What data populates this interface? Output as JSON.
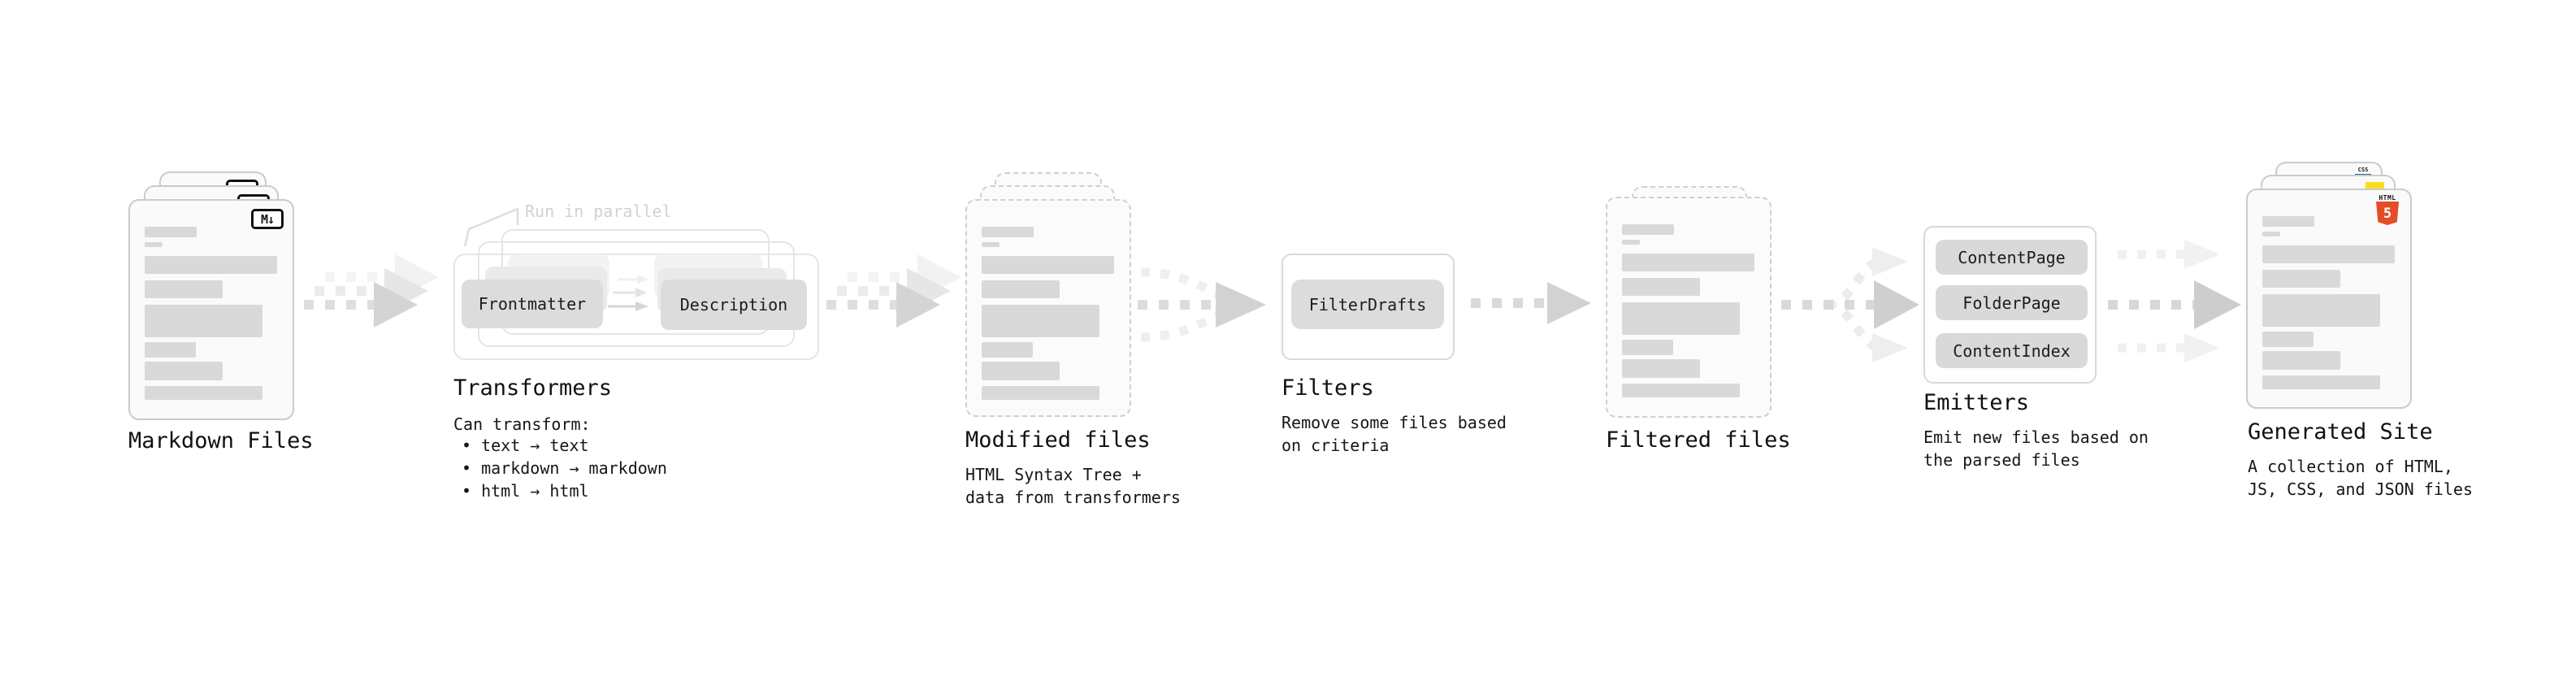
{
  "stages": [
    {
      "id": "markdown-files",
      "label": "Markdown Files"
    },
    {
      "id": "transformers",
      "label": "Transformers",
      "annotation": "Run in parallel",
      "intro": "Can transform:",
      "bullets": [
        "• text → text",
        "• markdown → markdown",
        "• html → html"
      ],
      "nodes": [
        "Frontmatter",
        "Description"
      ]
    },
    {
      "id": "modified-files",
      "label": "Modified files",
      "sublines": [
        "HTML Syntax Tree +",
        "data from transformers"
      ]
    },
    {
      "id": "filters",
      "label": "Filters",
      "sublines": [
        "Remove some files based",
        "on criteria"
      ],
      "nodes": [
        "FilterDrafts"
      ]
    },
    {
      "id": "filtered-files",
      "label": "Filtered files"
    },
    {
      "id": "emitters",
      "label": "Emitters",
      "sublines": [
        "Emit new files based on",
        "the parsed files"
      ],
      "nodes": [
        "ContentPage",
        "FolderPage",
        "ContentIndex"
      ]
    },
    {
      "id": "generated-site",
      "label": "Generated Site",
      "sublines": [
        "A collection of HTML,",
        "JS, CSS, and JSON files"
      ]
    }
  ],
  "icons": {
    "markdown": "M↓",
    "html5_label": "HTML",
    "html5_number": "5",
    "css_label": "CSS"
  },
  "colors": {
    "html5_orange": "#E44D26",
    "js_yellow": "#F7DF1E",
    "css_blue": "#1572B6",
    "bar_gray": "#d9d9d9",
    "arrow_gray": "#d6d6d6"
  }
}
